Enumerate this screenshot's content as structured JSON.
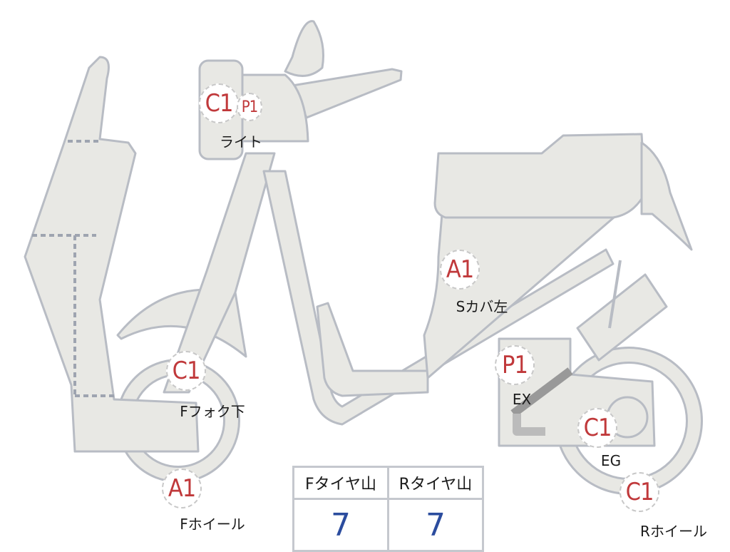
{
  "parts": [
    {
      "code": "C1",
      "label": "ライト"
    },
    {
      "code": "P1",
      "label": ""
    },
    {
      "code": "A1",
      "label": "Sカバ左"
    },
    {
      "code": "C1",
      "label": "Fフォク下"
    },
    {
      "code": "A1",
      "label": "Fホイール"
    },
    {
      "code": "P1",
      "label": "EX"
    },
    {
      "code": "C1",
      "label": "EG"
    },
    {
      "code": "C1",
      "label": "Rホイール"
    }
  ],
  "tire_table": {
    "headers": [
      "Fタイヤ山",
      "Rタイヤ山"
    ],
    "values": [
      "7",
      "7"
    ]
  },
  "colors": {
    "body": "#e8e8e4",
    "outline": "#b8bcc4",
    "code": "#c0393b",
    "value": "#2b4c9e"
  }
}
